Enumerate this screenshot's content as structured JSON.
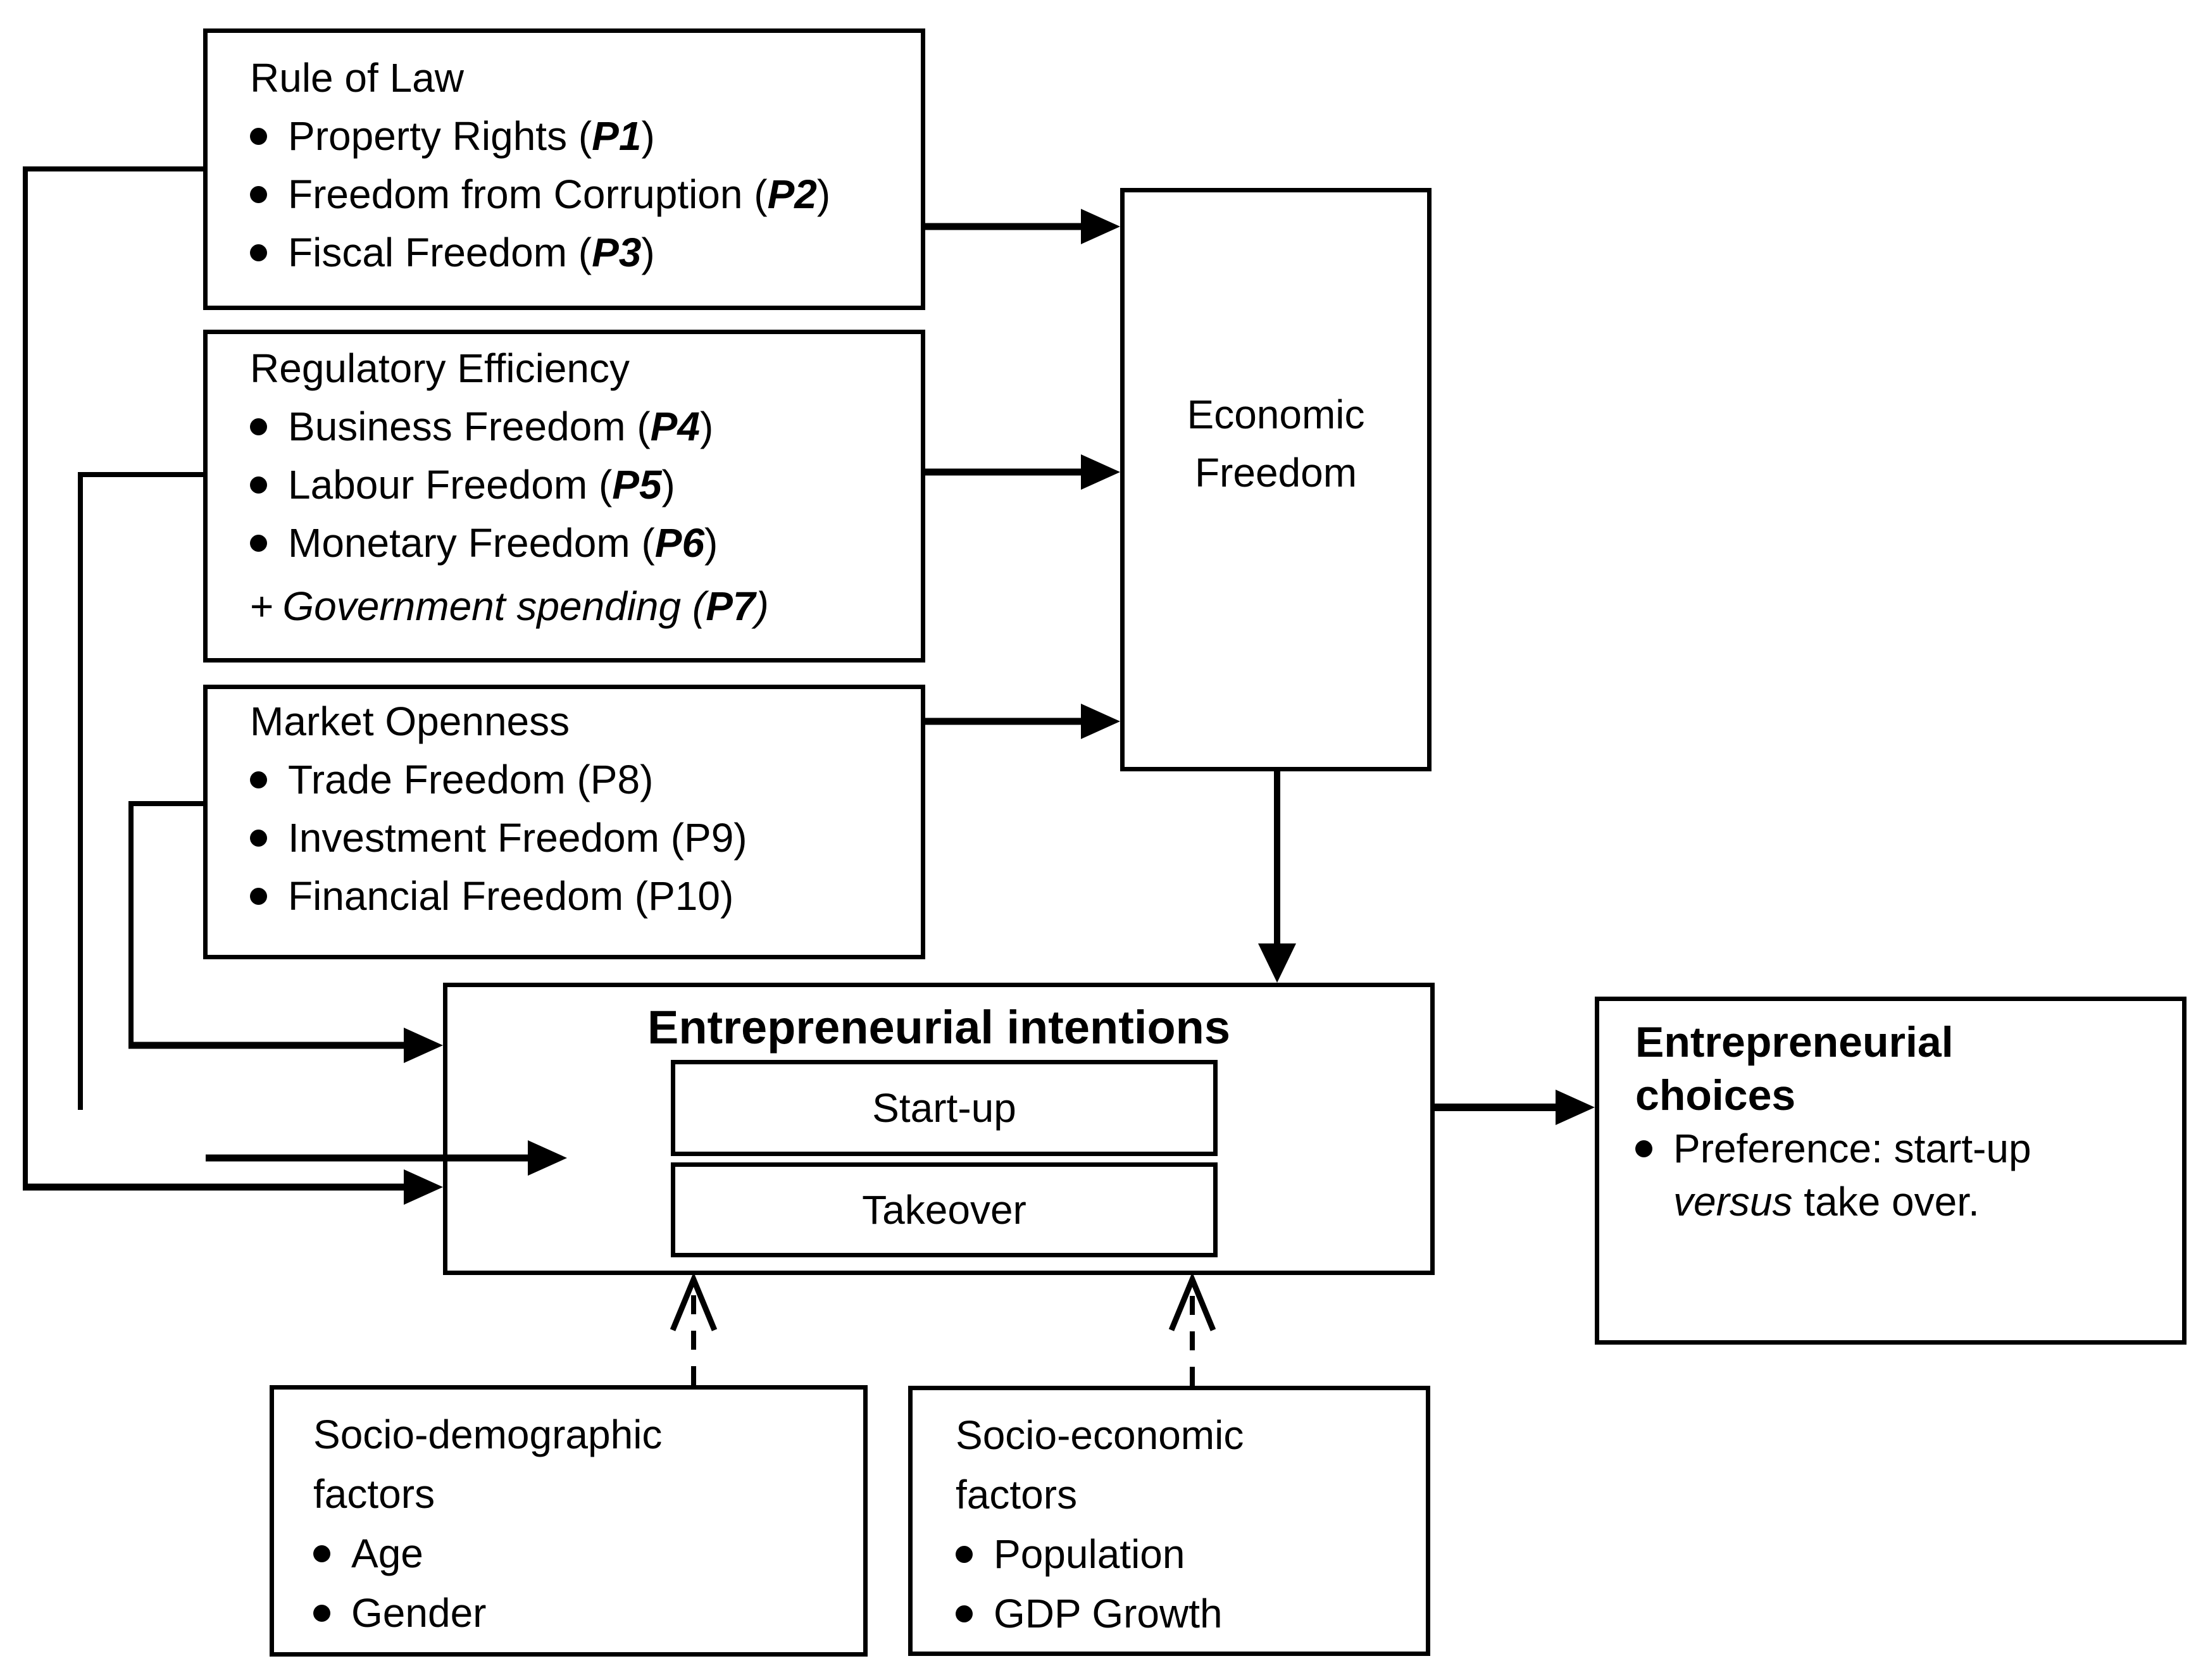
{
  "page": {
    "background": "#ffffff",
    "ink": "#000000"
  },
  "boxes": {
    "rule_of_law": {
      "title": "Rule of Law",
      "items": [
        {
          "pre": "Property Rights (",
          "code": "P1",
          "post": ")"
        },
        {
          "pre": "Freedom from Corruption (",
          "code": "P2",
          "post": ")"
        },
        {
          "pre": "Fiscal Freedom (",
          "code": "P3",
          "post": ")"
        }
      ]
    },
    "regulatory_efficiency": {
      "title": "Regulatory Efficiency",
      "items": [
        {
          "pre": "Business Freedom (",
          "code": "P4",
          "post": ")"
        },
        {
          "pre": "Labour Freedom (",
          "code": "P5",
          "post": ")"
        },
        {
          "pre": "Monetary Freedom (",
          "code": "P6",
          "post": ")"
        }
      ],
      "extra": {
        "plus": "+",
        "italic_text": "Government spending (",
        "code": "P7",
        "post": ")"
      }
    },
    "market_openness": {
      "title": "Market Openness",
      "items": [
        "Trade Freedom (P8)",
        "Investment Freedom (P9)",
        "Financial Freedom (P10)"
      ]
    },
    "economic_freedom": {
      "title": "Economic Freedom"
    },
    "entrepreneurial_intentions": {
      "title": "Entrepreneurial intentions",
      "options": [
        "Start-up",
        "Takeover"
      ]
    },
    "entrepreneurial_choices": {
      "title": "Entrepreneurial choices",
      "bullet": {
        "line1": "Preference: start-up",
        "line2_italic": "versus",
        "line2_rest": " take over."
      }
    },
    "socio_demographic": {
      "title": "Socio-demographic factors",
      "items": [
        "Age",
        "Gender"
      ]
    },
    "socio_economic": {
      "title": "Socio-economic factors",
      "items": [
        "Population",
        "GDP Growth"
      ]
    }
  }
}
